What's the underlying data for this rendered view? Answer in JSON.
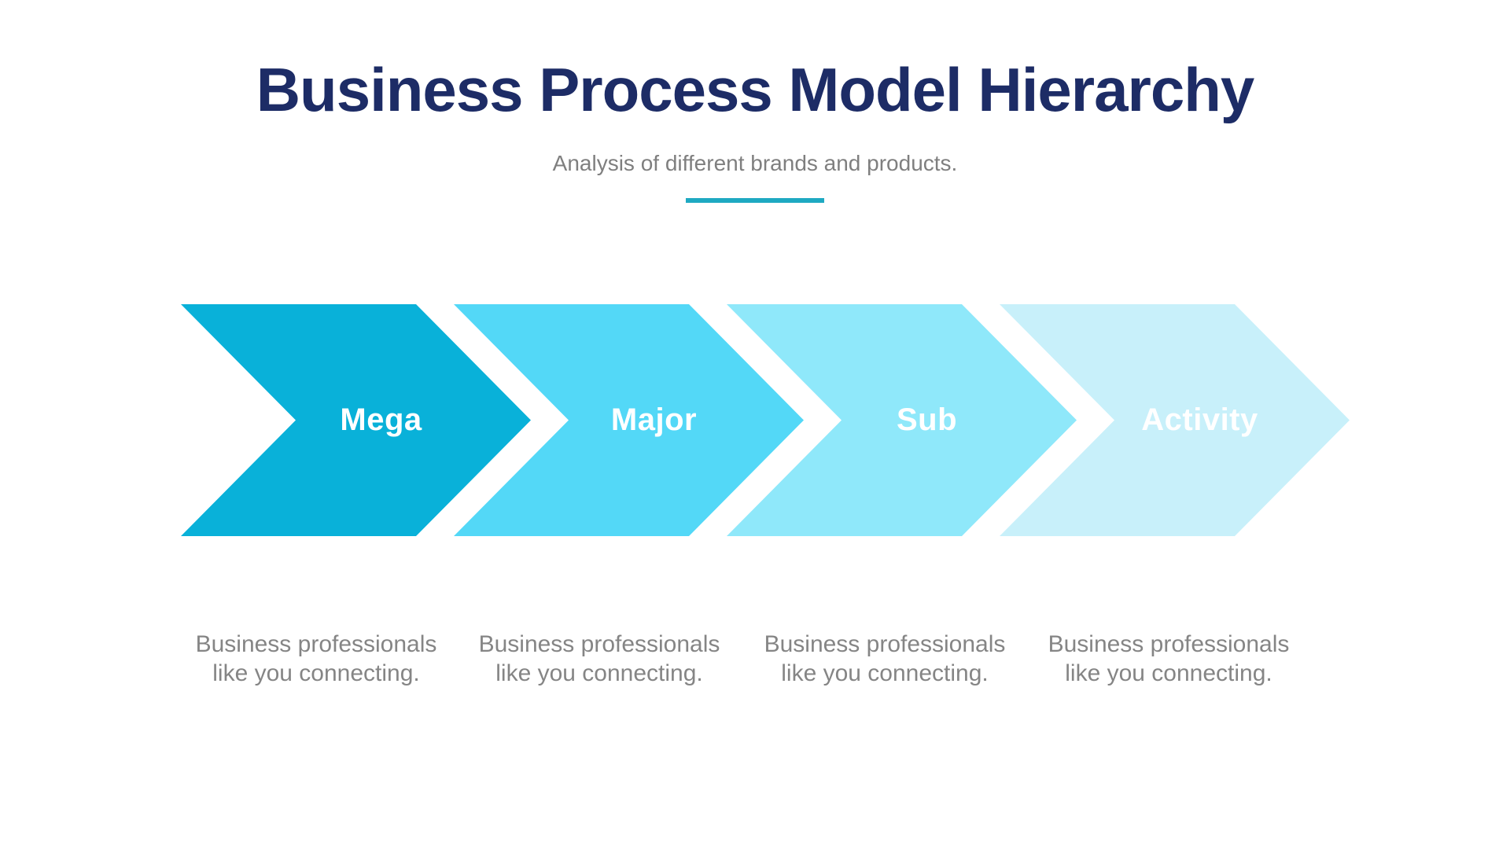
{
  "header": {
    "title": "Business Process Model Hierarchy",
    "subtitle": "Analysis of different brands and products.",
    "title_color": "#1d2c66",
    "subtitle_color": "#7f7f7f",
    "accent_bar_color": "#1ea9c2"
  },
  "chevrons": [
    {
      "label": "Mega",
      "color": "#09b1d9",
      "description": "Business professionals\nlike you connecting."
    },
    {
      "label": "Major",
      "color": "#53d8f7",
      "description": "Business professionals\nlike you connecting."
    },
    {
      "label": "Sub",
      "color": "#8fe8fa",
      "description": "Business professionals\nlike you connecting."
    },
    {
      "label": "Activity",
      "color": "#c8f0fa",
      "description": "Business professionals\nlike you connecting."
    }
  ]
}
